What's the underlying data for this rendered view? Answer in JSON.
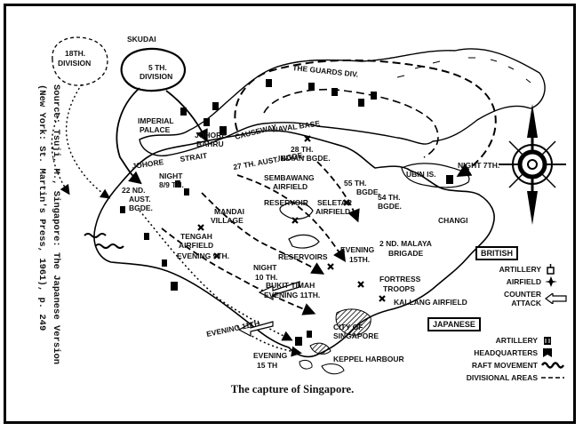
{
  "source_note": [
    "Source: Tsuji, M., Singapore: The Japanese Version",
    "(New York: St. Martin's Press, 1961), p. 249"
  ],
  "caption": "The capture of Singapore.",
  "labels": {
    "div18": "18TH.",
    "div18b": "DIVISION",
    "skudai": "SKUDAI",
    "div5": "5 TH.",
    "div5b": "DIVISION",
    "guards": "THE GUARDS DIV.",
    "imperial1": "IMPERIAL",
    "imperial2": "PALACE",
    "johore_bahru1": "JOHORE",
    "johore_bahru2": "BAHRU",
    "causeway": "CAUSEWAY",
    "naval_base": "NAVAL BASE",
    "johore_strait1": "JOHORE",
    "johore_strait2": "STRAIT",
    "indian1": "28 TH.",
    "indian2": "INDIAN BGDE.",
    "aust27": "27 TH. AUST. BGDE.",
    "sembawang1": "SEMBAWANG",
    "sembawang2": "AIRFIELD",
    "bgde55a": "55 TH.",
    "bgde55b": "BGDE.",
    "seletar1": "SELETAR",
    "seletar2": "AIRFIELD",
    "bgde54a": "54 TH.",
    "bgde54b": "BGDE.",
    "ubin": "UBIN IS.",
    "night7": "NIGHT 7TH.",
    "changi": "CHANGI",
    "malaya1": "2 ND. MALAYA",
    "malaya2": "BRIGADE",
    "fortress1": "FORTRESS",
    "fortress2": "TROOPS",
    "night89a": "NIGHT",
    "night89b": "8/9 TH.",
    "aust22a": "22 ND.",
    "aust22b": "AUST.",
    "aust22c": "BGDE.",
    "mandai1": "MANDAI",
    "mandai2": "VILLAGE",
    "reservoir": "RESERVOIR",
    "tengah1": "TENGAH",
    "tengah2": "AIRFIELD",
    "evening9": "EVENING 9TH.",
    "reservoirs": "RESERVOIRS",
    "evening15a": "EVENING",
    "evening15b": "15TH.",
    "night10a": "NIGHT",
    "night10b": "10 TH.",
    "bukit1": "BUKIT TIMAH",
    "bukit2": "EVENING 11TH.",
    "kallang": "KALLANG AIRFIELD",
    "city1": "CITY OF",
    "city2": "SINGAPORE",
    "evening11": "EVENING 11TH.",
    "evening15c": "EVENING",
    "evening15d": "15 TH",
    "keppel": "KEPPEL HARBOUR"
  },
  "legend_british": {
    "title": "BRITISH",
    "items": [
      {
        "label": "ARTILLERY",
        "symbol": "artillery-british"
      },
      {
        "label": "AIRFIELD",
        "symbol": "airfield"
      },
      {
        "label": "COUNTER ATTACK",
        "symbol": "counter-attack"
      }
    ]
  },
  "legend_japanese": {
    "title": "JAPANESE",
    "items": [
      {
        "label": "ARTILLERY",
        "symbol": "artillery-japanese"
      },
      {
        "label": "HEADQUARTERS",
        "symbol": "headquarters"
      },
      {
        "label": "RAFT MOVEMENT",
        "symbol": "raft-movement"
      },
      {
        "label": "DIVISIONAL AREAS",
        "symbol": "divisional-areas"
      }
    ]
  }
}
